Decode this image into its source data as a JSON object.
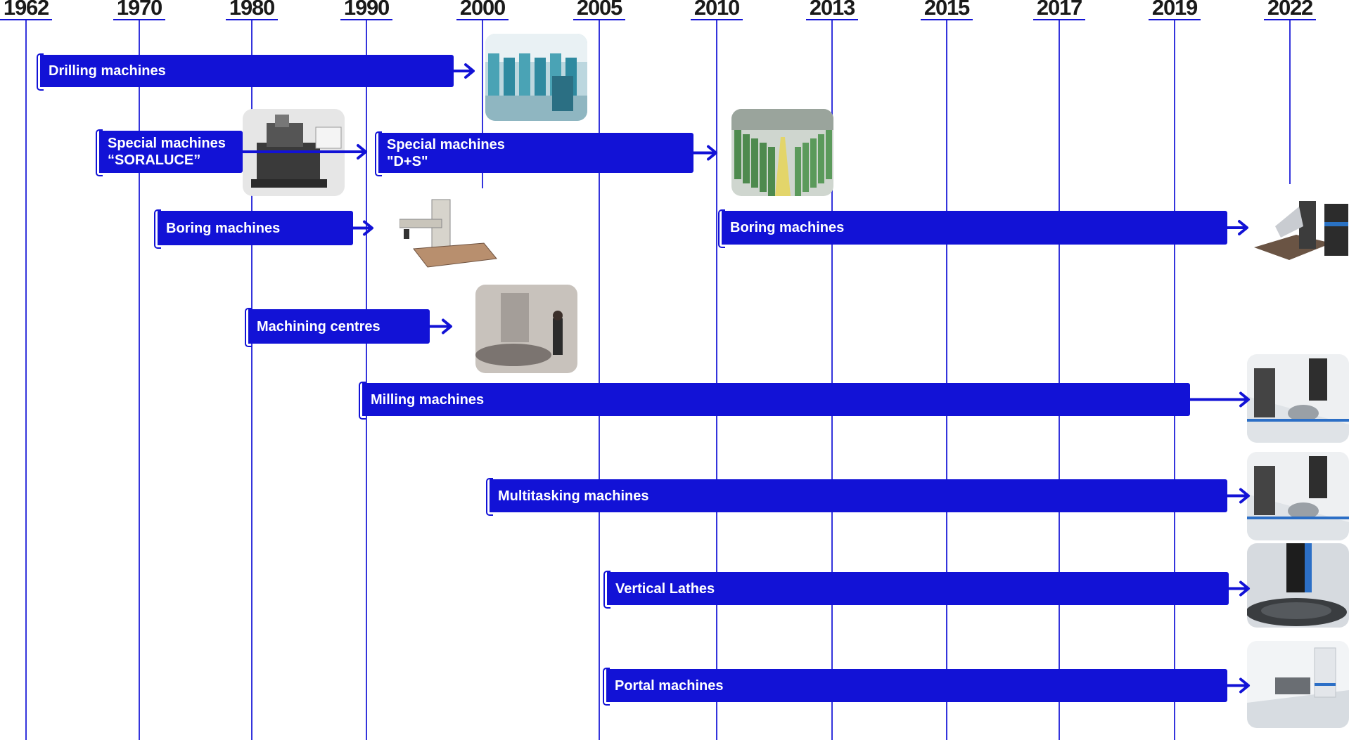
{
  "colors": {
    "accent": "#1212d6",
    "line": "#3434dc",
    "year_text": "#1a1a1a"
  },
  "years": [
    {
      "label": "1962"
    },
    {
      "label": "1970"
    },
    {
      "label": "1980"
    },
    {
      "label": "1990"
    },
    {
      "label": "2000"
    },
    {
      "label": "2005"
    },
    {
      "label": "2010"
    },
    {
      "label": "2013"
    },
    {
      "label": "2015"
    },
    {
      "label": "2017"
    },
    {
      "label": "2019"
    },
    {
      "label": "2022"
    }
  ],
  "bars": [
    {
      "lines": [
        "Drilling machines"
      ]
    },
    {
      "lines": [
        "Special machines",
        "“SORALUCE”"
      ]
    },
    {
      "lines": [
        "Special machines",
        "\"D+S\""
      ]
    },
    {
      "lines": [
        "Boring machines"
      ]
    },
    {
      "lines": [
        "Boring machines"
      ]
    },
    {
      "lines": [
        "Machining centres"
      ]
    },
    {
      "lines": [
        "Milling machines"
      ]
    },
    {
      "lines": [
        "Multitasking machines"
      ]
    },
    {
      "lines": [
        "Vertical Lathes"
      ]
    },
    {
      "lines": [
        "Portal machines"
      ]
    }
  ],
  "photos": [
    {
      "name": "drilling-workshop-photo"
    },
    {
      "name": "special-machine-soraluce-photo"
    },
    {
      "name": "special-machine-ds-factory-photo"
    },
    {
      "name": "boring-machine-vintage-photo"
    },
    {
      "name": "boring-machine-modern-photo"
    },
    {
      "name": "machining-centre-photo"
    },
    {
      "name": "milling-machine-photo"
    },
    {
      "name": "multitasking-machine-photo"
    },
    {
      "name": "vertical-lathe-photo"
    },
    {
      "name": "portal-machine-photo"
    }
  ]
}
